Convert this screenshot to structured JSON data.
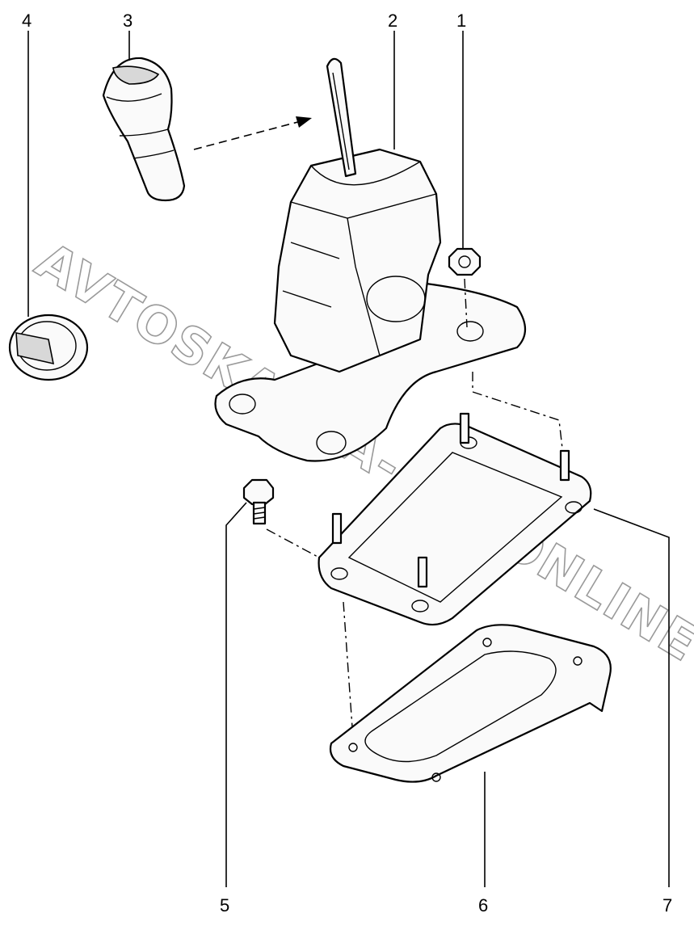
{
  "callouts": [
    {
      "id": "1",
      "label": "1"
    },
    {
      "id": "2",
      "label": "2"
    },
    {
      "id": "3",
      "label": "3"
    },
    {
      "id": "4",
      "label": "4"
    },
    {
      "id": "5",
      "label": "5"
    },
    {
      "id": "6",
      "label": "6"
    },
    {
      "id": "7",
      "label": "7"
    }
  ],
  "watermark": "AVTOSKAZKA-CAT.ONLINE",
  "colors": {
    "ink": "#000000",
    "watermark": "#9a9a9a",
    "shade": "#d8d8d8"
  }
}
